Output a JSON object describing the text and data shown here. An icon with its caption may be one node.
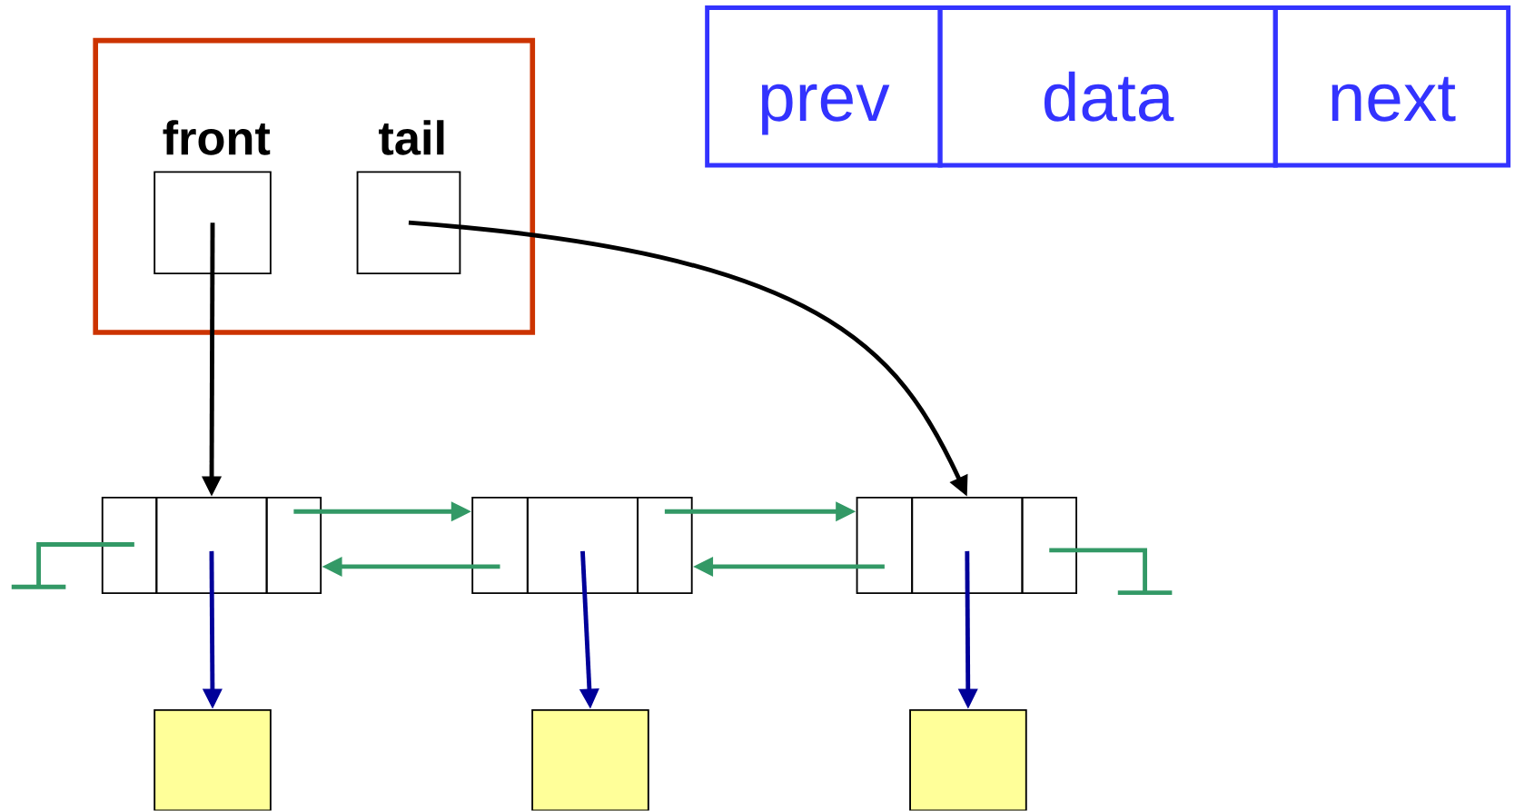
{
  "diagram": {
    "nodes": [
      {
        "text": [],
        "shape": "box"
      },
      {
        "text": [
          "front"
        ],
        "in": 0
      },
      {
        "text": [
          "tail"
        ],
        "in": 0
      },
      {
        "text": [
          "prev"
        ]
      },
      {
        "text": [
          "data"
        ]
      },
      {
        "text": [
          "next"
        ]
      },
      {
        "text": [],
        "shape": "box"
      },
      {
        "text": [],
        "shape": "box"
      },
      {
        "text": [],
        "shape": "box"
      },
      {
        "text": [],
        "shape": "box"
      },
      {
        "text": [],
        "shape": "box"
      },
      {
        "text": [],
        "shape": "box"
      },
      {
        "text": [],
        "shape": "box"
      },
      {
        "text": [],
        "shape": "box"
      },
      {
        "text": [],
        "shape": "box"
      },
      {
        "text": [],
        "shape": "box"
      },
      {
        "text": [],
        "shape": "box"
      },
      {
        "text": [],
        "shape": "box"
      }
    ],
    "edges": [
      {
        "from": 1,
        "to": 7,
        "arrow": "to",
        "color": "#000000"
      },
      {
        "from": 2,
        "to": 13,
        "arrow": "to",
        "color": "#000000"
      },
      {
        "from": 8,
        "to": 9,
        "arrow": "to",
        "color": "#339966"
      },
      {
        "from": 9,
        "to": 8,
        "arrow": "to",
        "color": "#339966"
      },
      {
        "from": 11,
        "to": 12,
        "arrow": "to",
        "color": "#339966"
      },
      {
        "from": 12,
        "to": 11,
        "arrow": "to",
        "color": "#339966"
      },
      {
        "from": 6,
        "to": null,
        "arrow": "none",
        "color": "#339966"
      },
      {
        "from": 14,
        "to": null,
        "arrow": "none",
        "color": "#339966"
      },
      {
        "from": 7,
        "to": 15,
        "arrow": "to",
        "color": "#000099"
      },
      {
        "from": 10,
        "to": 16,
        "arrow": "to",
        "color": "#000099"
      },
      {
        "from": 13,
        "to": 17,
        "arrow": "to",
        "color": "#000099"
      }
    ]
  }
}
